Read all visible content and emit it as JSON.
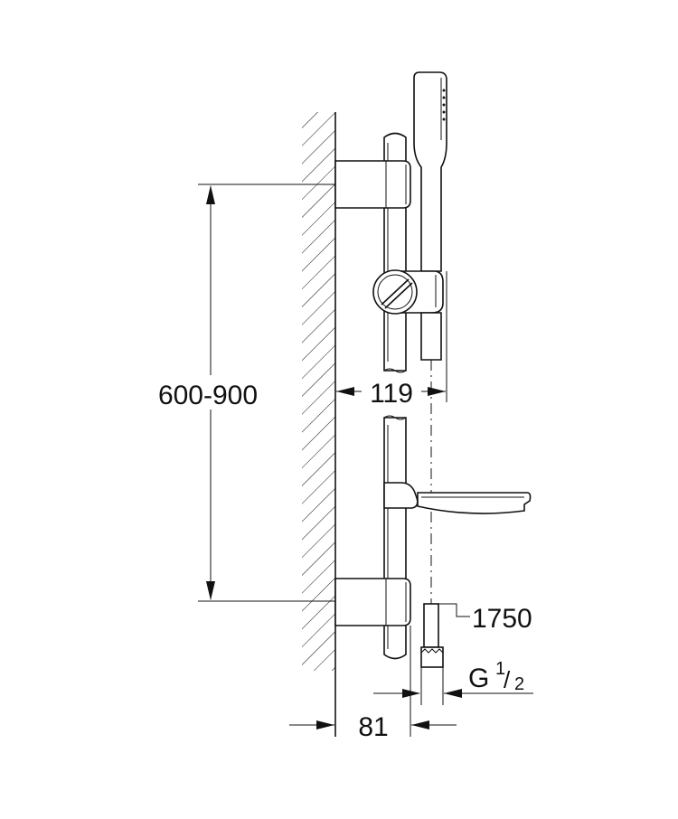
{
  "dimensions": {
    "rail_range": "600-900",
    "projection": "119",
    "hose_length": "1750",
    "connection_thread_prefix": "G",
    "connection_thread_num": "1",
    "connection_thread_slash": "/",
    "connection_thread_den": "2",
    "wall_offset": "81"
  }
}
